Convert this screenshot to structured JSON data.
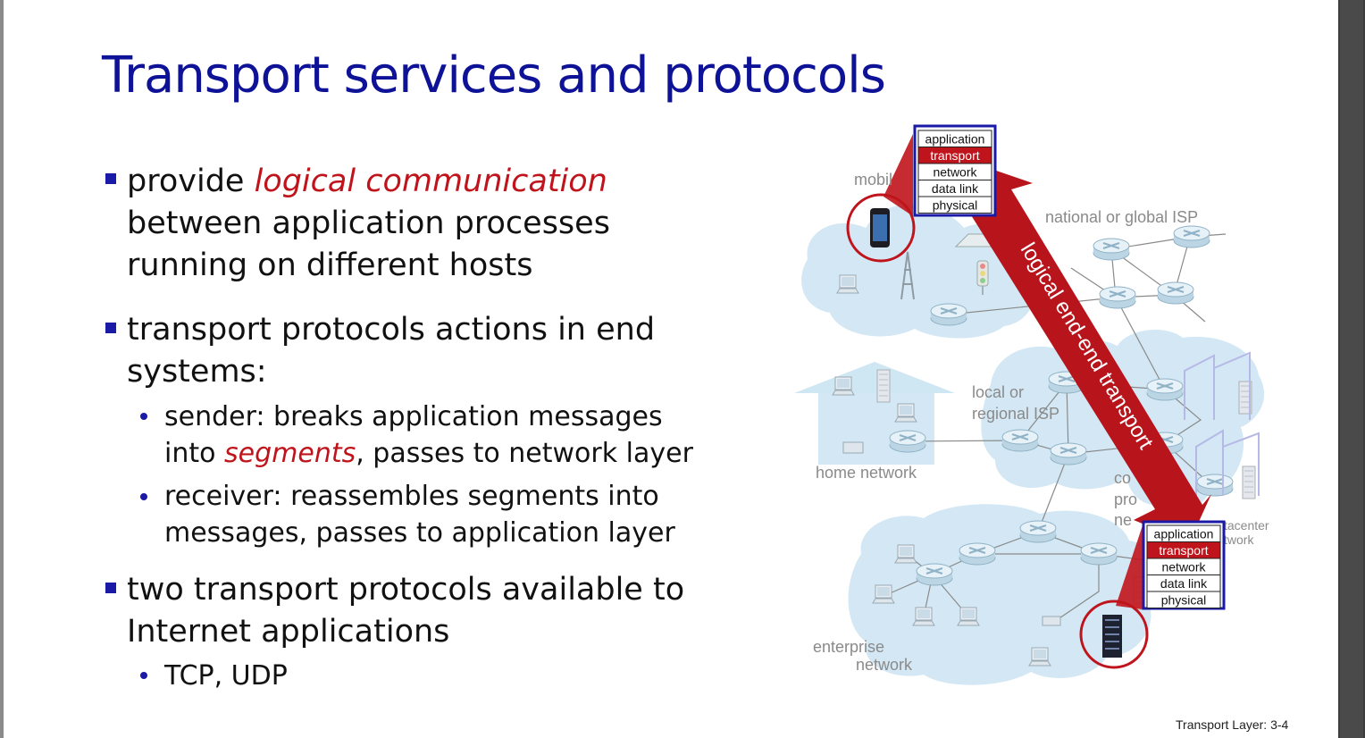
{
  "title": "Transport services and protocols",
  "bullets": {
    "b1": {
      "line1_pre": "provide ",
      "line1_em": "logical communication",
      "line2": "between application processes",
      "line3": "running on different hosts"
    },
    "b2": {
      "line1": "transport protocols actions in end",
      "line2": "systems:",
      "sub1_line1": "sender: breaks application messages",
      "sub1_pre": "into ",
      "sub1_em": "segments",
      "sub1_post": ", passes to  network layer",
      "sub2_line1": "receiver: reassembles segments into",
      "sub2_line2": "messages, passes to application layer"
    },
    "b3": {
      "line1": "two transport protocols available to",
      "line2": "Internet applications",
      "sub1": "TCP, UDP"
    }
  },
  "diagram": {
    "labels": {
      "mobile": "mobil",
      "national_isp": "national or global ISP",
      "local_isp_1": "local or",
      "local_isp_2": "regional ISP",
      "home": "home network",
      "content_1": "co",
      "content_2": "pro",
      "content_3": "ne",
      "datacenter_1": "tacenter",
      "datacenter_2": "twork",
      "enterprise_1": "enterprise",
      "enterprise_2": "network"
    },
    "arrow_label": "logical end-end transport",
    "stack_top": [
      "application",
      "transport",
      "network",
      "data link",
      "physical"
    ],
    "stack_bottom": [
      "application",
      "transport",
      "network",
      "data link",
      "physical"
    ],
    "colors": {
      "arrow": "#b8141c",
      "highlight_layer": "#c0141c",
      "cloud": "#cfe6f3",
      "title": "#0e1296"
    }
  },
  "footer": "Transport Layer: 3-4"
}
